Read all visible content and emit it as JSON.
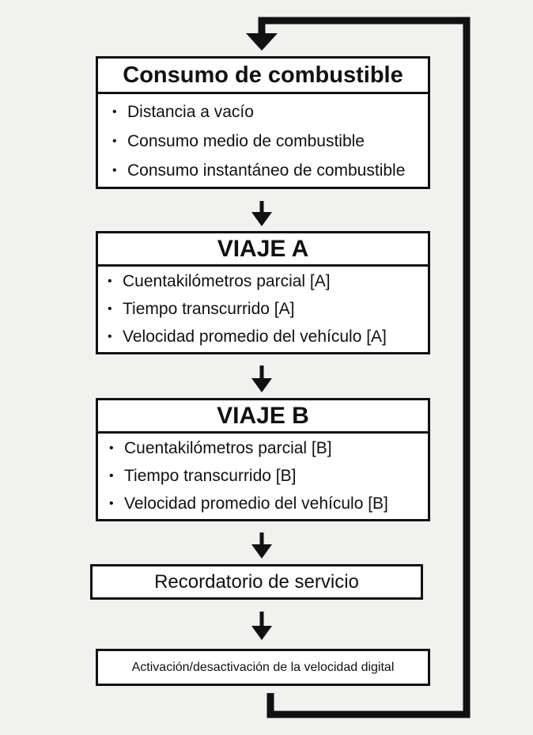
{
  "boxes": [
    {
      "title": "Consumo de combustible",
      "items": [
        "Distancia a vacío",
        "Consumo medio de combustible",
        "Consumo instantáneo de combustible"
      ]
    },
    {
      "title": "VIAJE A",
      "items": [
        "Cuentakilómetros parcial [A]",
        "Tiempo transcurrido [A]",
        "Velocidad promedio del vehículo [A]"
      ]
    },
    {
      "title": "VIAJE B",
      "items": [
        "Cuentakilómetros parcial [B]",
        "Tiempo transcurrido [B]",
        "Velocidad promedio del vehículo [B]"
      ]
    }
  ],
  "service_reminder": "Recordatorio de servicio",
  "digital_speed": "Activación/desactivación de la velocidad digital",
  "bullet": "•"
}
